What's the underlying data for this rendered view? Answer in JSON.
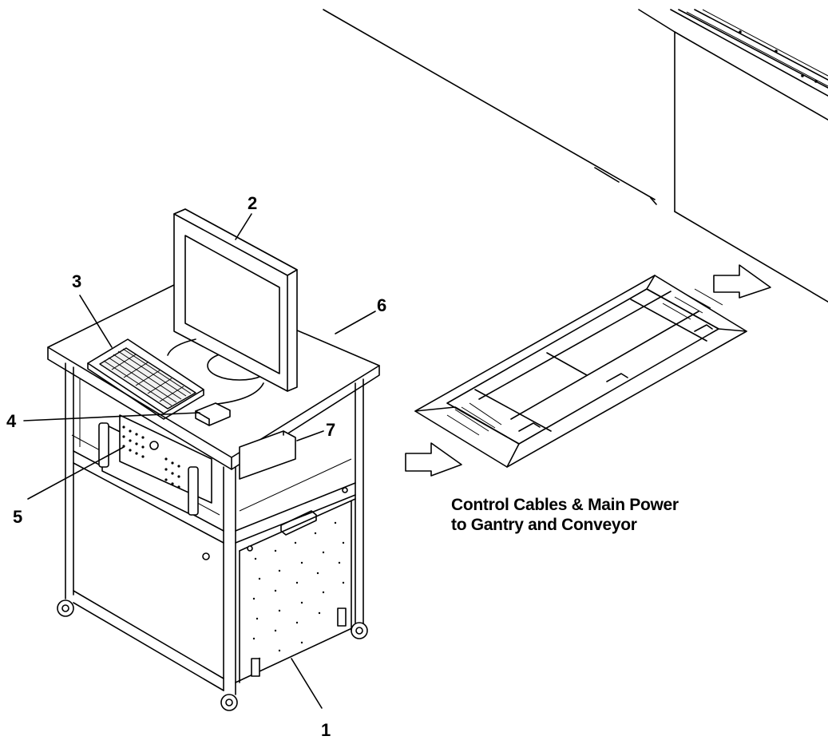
{
  "callouts": [
    {
      "id": "1",
      "label": "1"
    },
    {
      "id": "2",
      "label": "2"
    },
    {
      "id": "3",
      "label": "3"
    },
    {
      "id": "4",
      "label": "4"
    },
    {
      "id": "5",
      "label": "5"
    },
    {
      "id": "6",
      "label": "6"
    },
    {
      "id": "7",
      "label": "7"
    }
  ],
  "caption": {
    "line1": "Control Cables & Main Power",
    "line2": "to Gantry and Conveyor"
  }
}
